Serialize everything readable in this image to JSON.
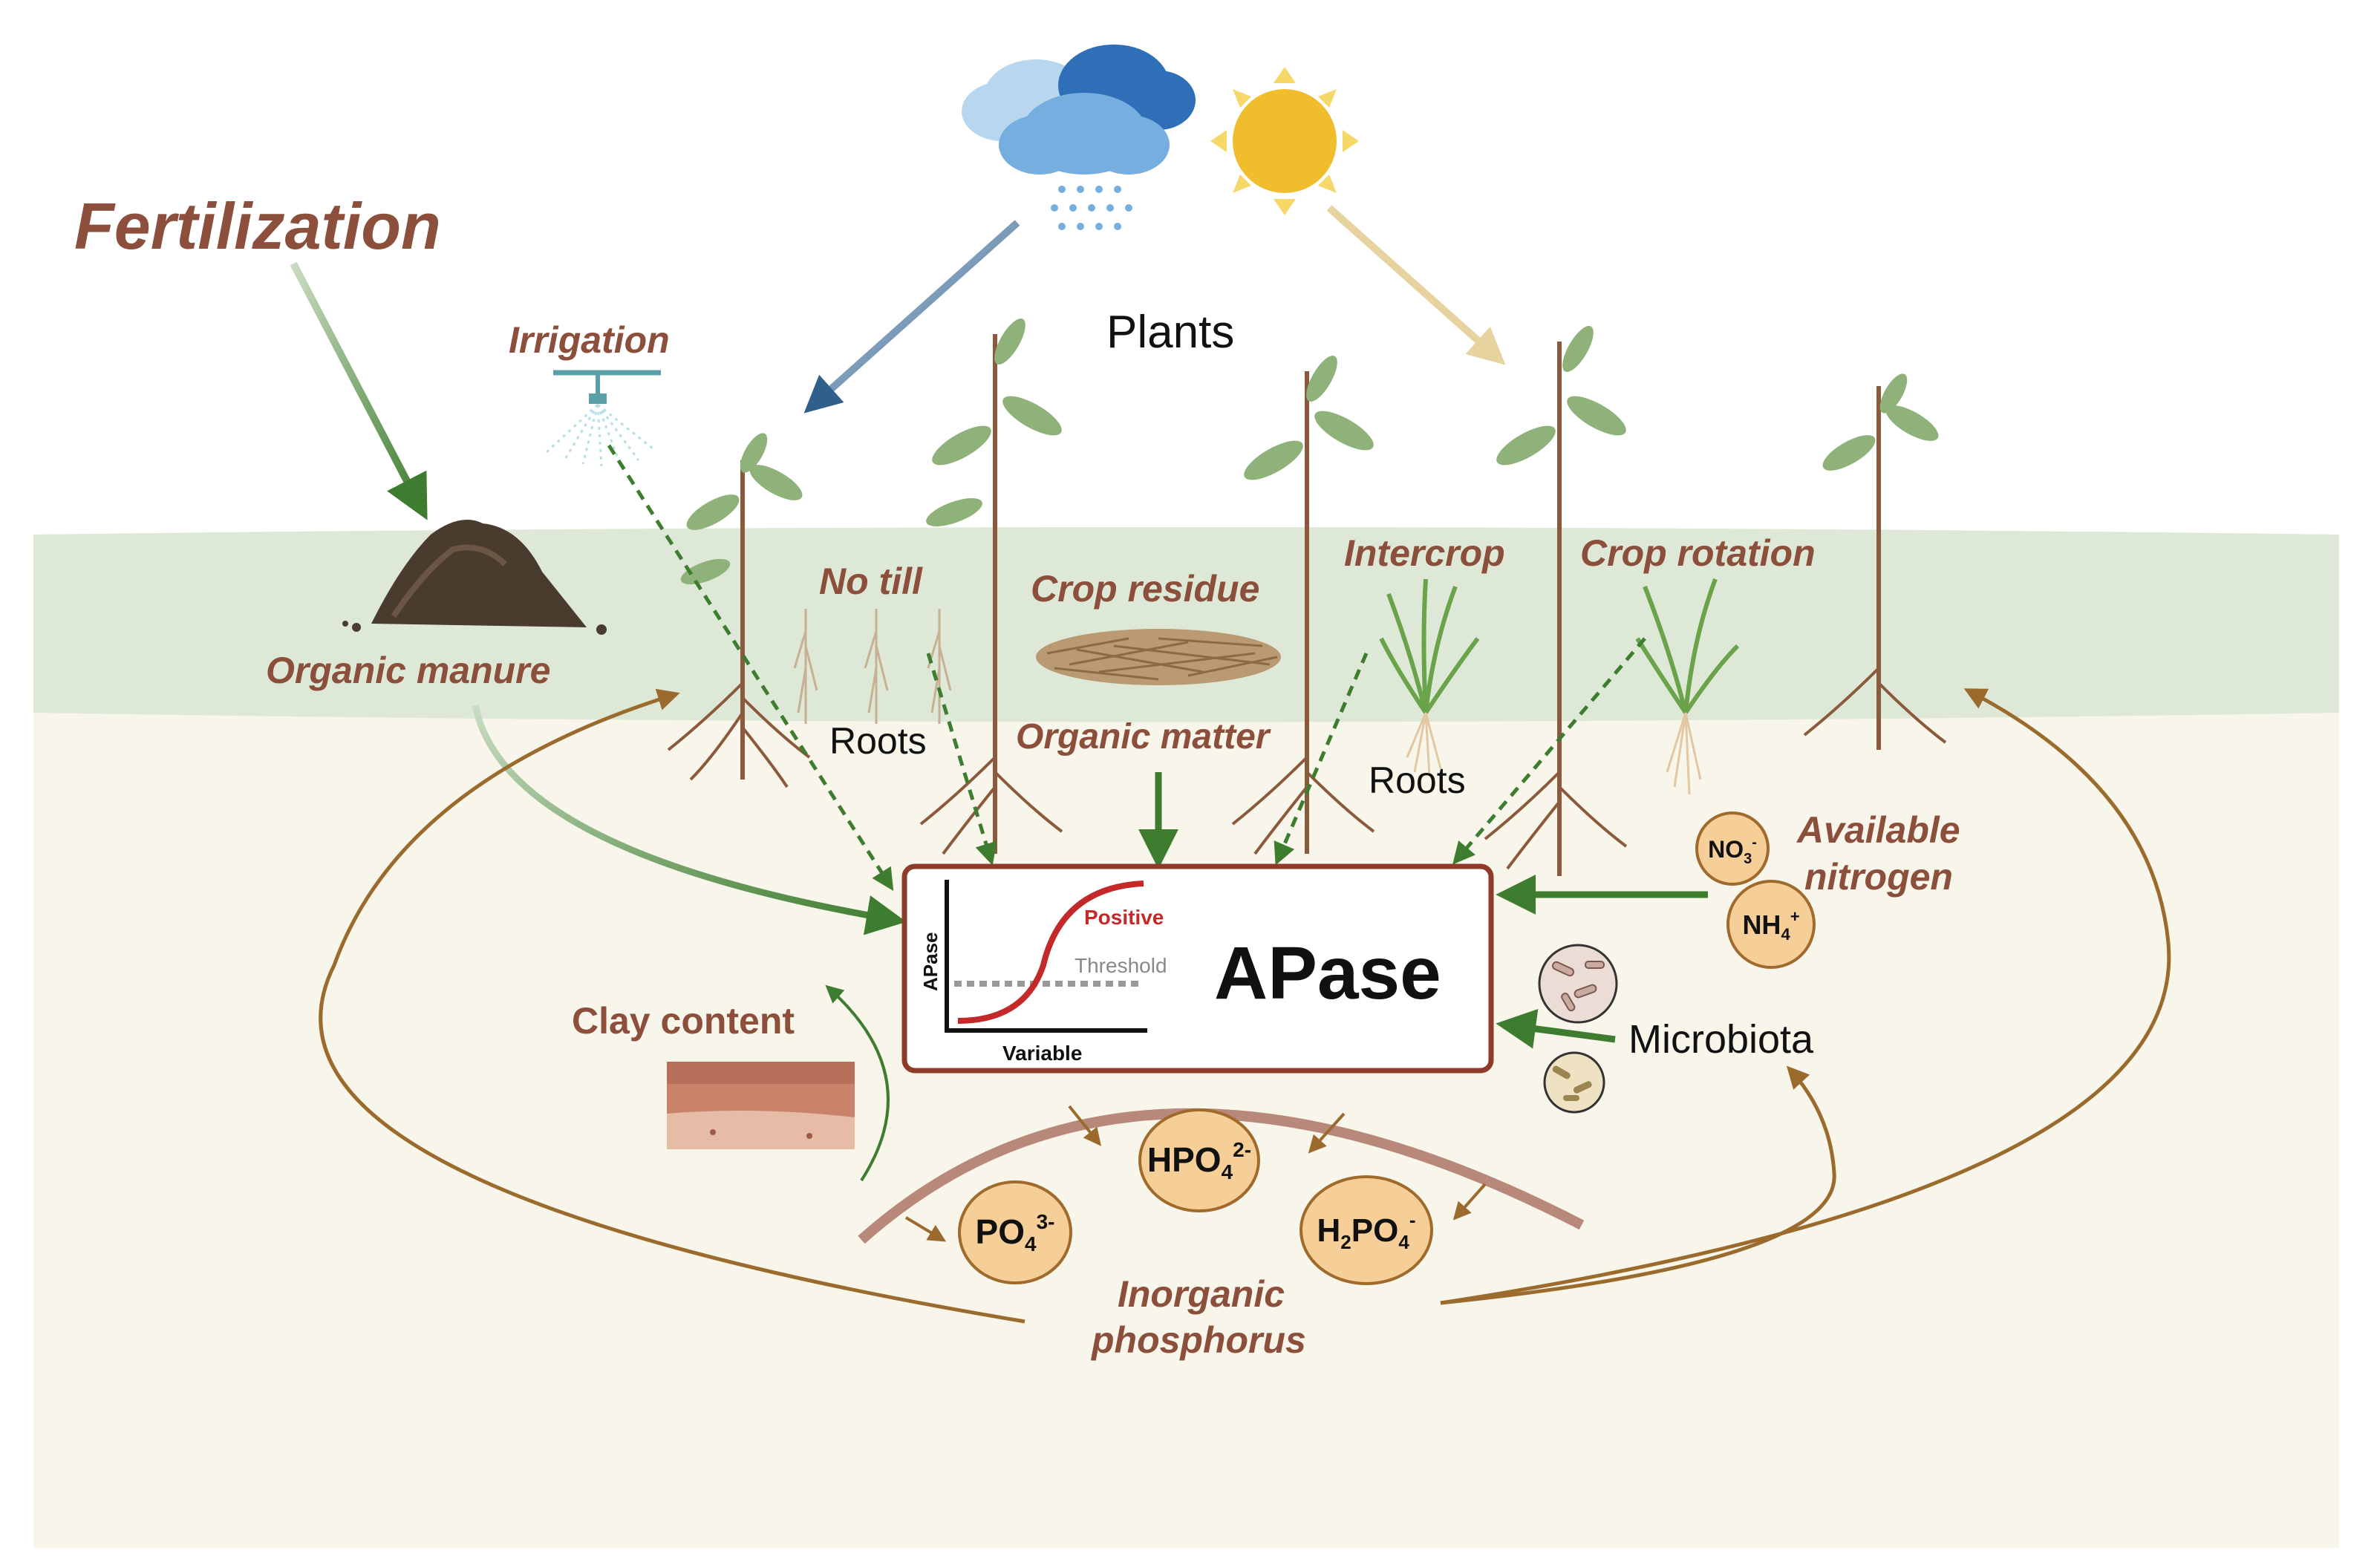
{
  "diagram": {
    "fertilization": "Fertilization",
    "irrigation": "Irrigation",
    "plants": "Plants",
    "organic_manure": "Organic manure",
    "no_till": "No till",
    "crop_residue": "Crop residue",
    "intercrop": "Intercrop",
    "crop_rotation": "Crop rotation",
    "roots_left": "Roots",
    "roots_right": "Roots",
    "organic_matter": "Organic matter",
    "available_nitrogen_1": "Available",
    "available_nitrogen_2": "nitrogen",
    "no3": {
      "base": "NO",
      "sub": "3",
      "sup": "-"
    },
    "nh4": {
      "base": "NH",
      "sub": "4",
      "sup": "+"
    },
    "microbiota": "Microbiota",
    "clay_content": "Clay content",
    "inorganic_phosphorus_1": "Inorganic",
    "inorganic_phosphorus_2": "phosphorus",
    "hpo4": {
      "base": "HPO",
      "sub": "4",
      "sup": "2-"
    },
    "po4": {
      "base": "PO",
      "sub": "4",
      "sup": "3-"
    },
    "h2po4": {
      "pre": "H",
      "pre_sub": "2",
      "base": "PO",
      "sub": "4",
      "sup": "-"
    },
    "apase_title": "APase",
    "mini_chart": {
      "positive": "Positive",
      "threshold": "Threshold",
      "y_label": "APase",
      "x_label": "Variable"
    }
  },
  "colors": {
    "sky": "#ffffff",
    "soil_top": "#dde9d6",
    "soil": "#f8f5ea",
    "brown_text": "#8b4f3c",
    "green_arrow": "#3e7d2f",
    "blue_arrow": "#2f5f8a",
    "sun_arrow": "#e6d3a0",
    "brown_arrow": "#9b6b2e",
    "ion_fill": "#f6cf98",
    "ion_stroke": "#a06a2c",
    "box_stroke": "#8f3b2a",
    "curve_red": "#c42828"
  }
}
